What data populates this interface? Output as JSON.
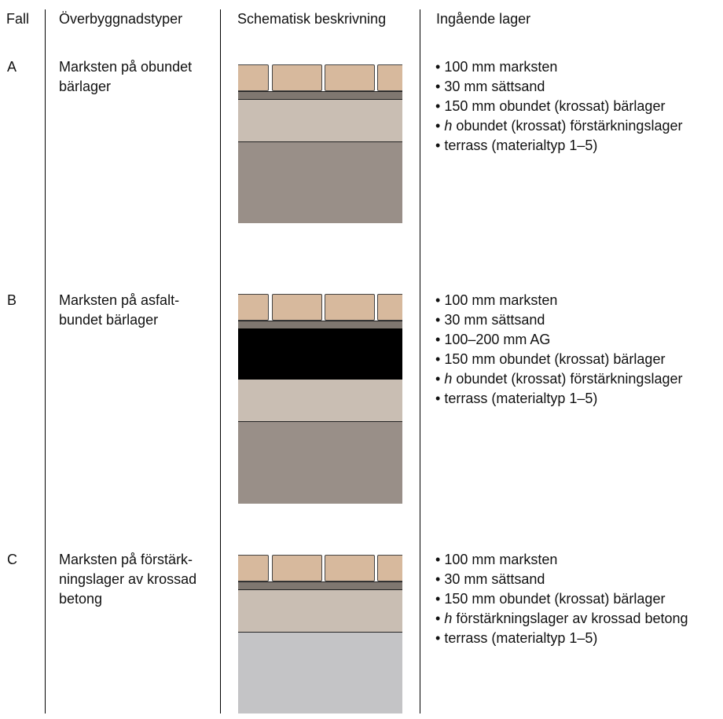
{
  "headers": {
    "fall": "Fall",
    "types": "Överbyggnadstyper",
    "schematic": "Schematisk beskrivning",
    "layers": "Ingående lager"
  },
  "rows": [
    {
      "id": "A",
      "description": [
        "Marksten på obundet",
        "bärlager"
      ],
      "schematic_layers": [
        {
          "name": "marksten",
          "color": "#d7b99d"
        },
        {
          "name": "sättsand",
          "color": "#7f7770"
        },
        {
          "name": "obundet bärlager",
          "color": "#c9beb3"
        },
        {
          "name": "förstärkningslager / terrass",
          "color": "#998f88"
        }
      ],
      "items": [
        {
          "prefix": "",
          "text": "100 mm marksten"
        },
        {
          "prefix": "",
          "text": "30 mm sättsand"
        },
        {
          "prefix": "",
          "text": "150 mm obundet (krossat) bärlager"
        },
        {
          "prefix": "h",
          "text": " obundet (krossat) förstärkningslager"
        },
        {
          "prefix": "",
          "text": "terrass (materialtyp 1–5)"
        }
      ]
    },
    {
      "id": "B",
      "description": [
        "Marksten på asfalt-",
        "bundet bärlager"
      ],
      "schematic_layers": [
        {
          "name": "marksten",
          "color": "#d7b99d"
        },
        {
          "name": "sättsand",
          "color": "#7f7770"
        },
        {
          "name": "AG",
          "color": "#000000"
        },
        {
          "name": "obundet bärlager",
          "color": "#c9beb3"
        },
        {
          "name": "förstärkningslager / terrass",
          "color": "#998f88"
        }
      ],
      "items": [
        {
          "prefix": "",
          "text": "100 mm marksten"
        },
        {
          "prefix": "",
          "text": "30 mm sättsand"
        },
        {
          "prefix": "",
          "text": "100–200 mm AG"
        },
        {
          "prefix": "",
          "text": "150 mm obundet (krossat) bärlager"
        },
        {
          "prefix": "h",
          "text": " obundet (krossat) förstärkningslager"
        },
        {
          "prefix": "",
          "text": "terrass (materialtyp 1–5)"
        }
      ]
    },
    {
      "id": "C",
      "description": [
        "Marksten på förstärk-",
        "ningslager av krossad",
        "betong"
      ],
      "schematic_layers": [
        {
          "name": "marksten",
          "color": "#d7b99d"
        },
        {
          "name": "sättsand",
          "color": "#7f7770"
        },
        {
          "name": "obundet bärlager",
          "color": "#c9beb3"
        },
        {
          "name": "förstärkningslager av krossad betong",
          "color": "#c4c4c6"
        }
      ],
      "items": [
        {
          "prefix": "",
          "text": "100 mm marksten"
        },
        {
          "prefix": "",
          "text": "30 mm sättsand"
        },
        {
          "prefix": "",
          "text": "150 mm obundet (krossat) bärlager"
        },
        {
          "prefix": "h",
          "text": " förstärkningslager av krossad betong"
        },
        {
          "prefix": "",
          "text": "terrass (materialtyp 1–5)"
        }
      ]
    }
  ]
}
